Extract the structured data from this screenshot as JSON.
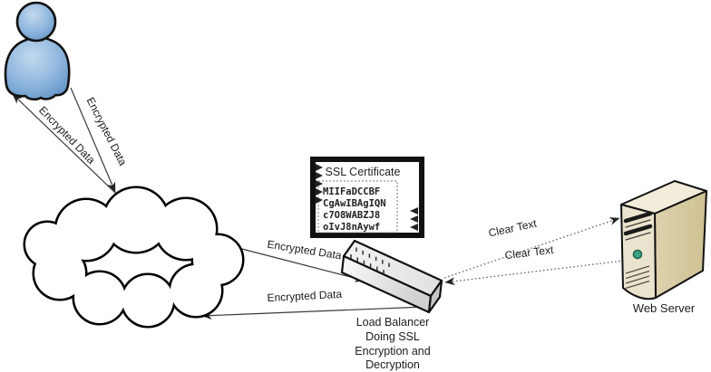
{
  "diagram": {
    "type": "network-security-diagram",
    "nodes": [
      {
        "id": "web-user",
        "icon": "person-icon",
        "label": ""
      },
      {
        "id": "internet-cloud",
        "icon": "cloud-icon",
        "label": ""
      },
      {
        "id": "ssl-certificate",
        "icon": "certificate-icon",
        "title": "SSL Certificate",
        "lines": [
          "MIIFaDCCBF",
          "CgAwIBAgIQN",
          "c7O8WABZJ8",
          "oIvJ8nAywf"
        ]
      },
      {
        "id": "load-balancer",
        "icon": "load-balancer-icon",
        "caption_lines": [
          "Load Balancer",
          "Doing SSL",
          "Encryption and",
          "Decryption"
        ]
      },
      {
        "id": "web-server",
        "icon": "server-tower-icon",
        "caption": "Web Server"
      }
    ],
    "edges": [
      {
        "from": "web-user",
        "to": "internet-cloud",
        "label": "Encrypted Data",
        "style": "solid-arrow"
      },
      {
        "from": "internet-cloud",
        "to": "web-user",
        "label": "Encrypted Data",
        "style": "solid-arrow"
      },
      {
        "from": "internet-cloud",
        "to": "load-balancer",
        "label": "Encrypted Data",
        "style": "solid-arrow"
      },
      {
        "from": "load-balancer",
        "to": "internet-cloud",
        "label": "Encrypted Data",
        "style": "solid-arrow"
      },
      {
        "from": "load-balancer",
        "to": "web-server",
        "label": "Clear Text",
        "style": "dotted-arrow"
      },
      {
        "from": "web-server",
        "to": "load-balancer",
        "label": "Clear Text",
        "style": "dotted-arrow"
      }
    ],
    "colors": {
      "background": "#ffffff",
      "person_fill": "#6f9fd0",
      "person_fill_light": "#c3d9ee",
      "outline": "#111111",
      "cloud_fill": "#ffffff",
      "cert_border": "#111111",
      "lb_body_light": "#fbfbfb",
      "lb_body_shade": "#cfcfcf",
      "server_front": "#eae3cd",
      "server_side": "#d8cba4",
      "server_top": "#f2edda",
      "led_green": "#3da183",
      "solid_line": "#3a3a3a",
      "dotted_line": "#666666",
      "label_text": "#1c1c1c"
    }
  }
}
